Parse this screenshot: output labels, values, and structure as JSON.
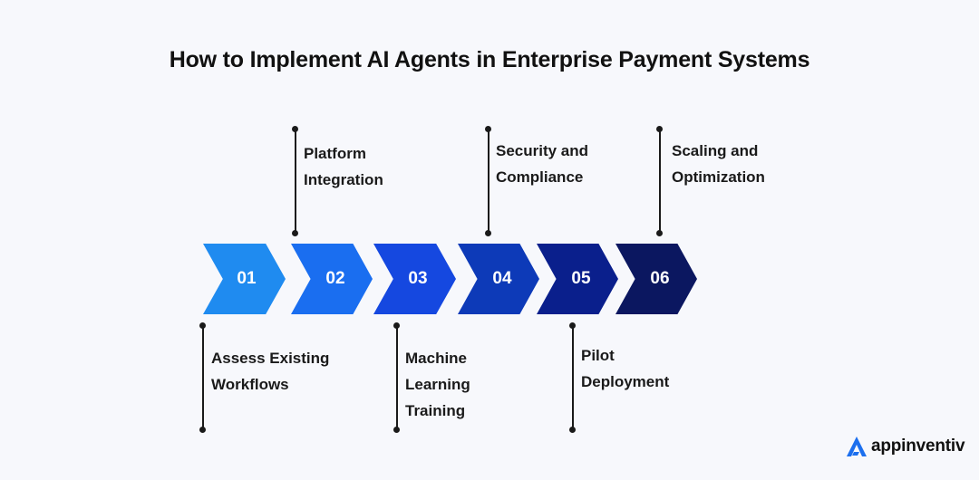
{
  "title": "How to Implement AI Agents in Enterprise Payment Systems",
  "steps": [
    {
      "number": "01",
      "label_line1": "Assess Existing",
      "label_line2": "Workflows",
      "color": "#1f8bf0"
    },
    {
      "number": "02",
      "label_line1": "Platform",
      "label_line2": "Integration",
      "color": "#1a6ef0"
    },
    {
      "number": "03",
      "label_line1": "Machine",
      "label_line2": "Learning",
      "label_line3": "Training",
      "color": "#1548e0"
    },
    {
      "number": "04",
      "label_line1": "Security and",
      "label_line2": "Compliance",
      "color": "#0d3ab8"
    },
    {
      "number": "05",
      "label_line1": "Pilot",
      "label_line2": "Deployment",
      "color": "#0a1f8c"
    },
    {
      "number": "06",
      "label_line1": "Scaling and",
      "label_line2": "Optimization",
      "color": "#0b1760"
    }
  ],
  "logo": {
    "text": "appinventiv",
    "mark_color": "#1c6fee"
  }
}
